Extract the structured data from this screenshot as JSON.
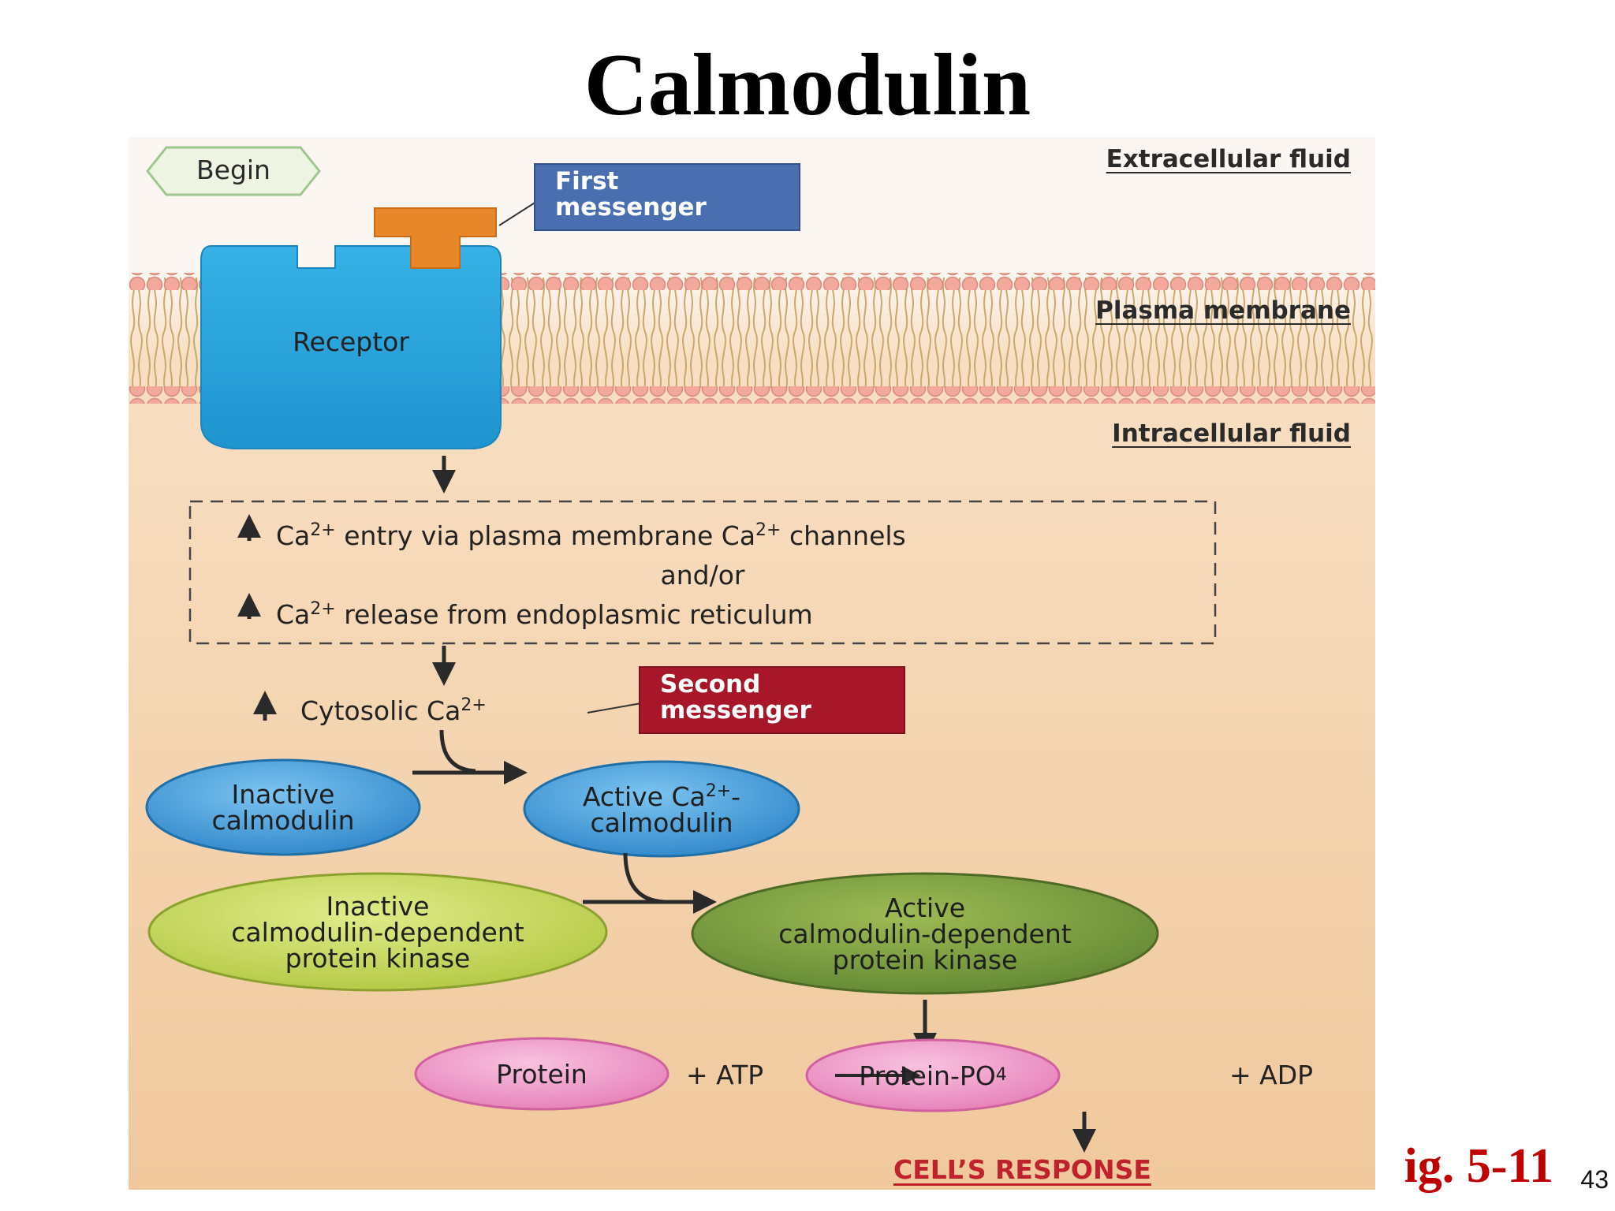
{
  "slide": {
    "title": "Calmodulin",
    "figure_ref": "ig. 5-11",
    "page_number": "43"
  },
  "diagram": {
    "begin": "Begin",
    "regions": {
      "extracellular": "Extracellular fluid",
      "membrane": "Plasma membrane",
      "intracellular": "Intracellular fluid"
    },
    "receptor": "Receptor",
    "first_messenger": [
      "First",
      "messenger"
    ],
    "second_messenger": [
      "Second",
      "messenger"
    ],
    "calcium_box": {
      "entry_pre": "Ca",
      "entry_sup": "2+",
      "entry_mid": " entry via plasma membrane Ca",
      "entry_sup2": "2+",
      "entry_post": " channels",
      "andor": "and/or",
      "release_pre": "Ca",
      "release_sup": "2+",
      "release_post": " release from endoplasmic reticulum"
    },
    "cytosolic": {
      "text": "Cytosolic Ca",
      "sup": "2+"
    },
    "inactive_calmodulin": [
      "Inactive",
      "calmodulin"
    ],
    "active_calmodulin": {
      "line1_pre": "Active Ca",
      "line1_sup": "2+",
      "line1_post": "-",
      "line2": "calmodulin"
    },
    "inactive_kinase": [
      "Inactive",
      "calmodulin-dependent",
      "protein kinase"
    ],
    "active_kinase": [
      "Active",
      "calmodulin-dependent",
      "protein kinase"
    ],
    "protein": "Protein",
    "atp": "+ ATP",
    "protein_po4": {
      "text": "Protein-PO",
      "sub": "4"
    },
    "adp": "+ ADP",
    "response": "CELL’S RESPONSE"
  },
  "colors": {
    "receptor": "#2aa7dc",
    "first_messenger_box": "#4a6fb0",
    "ligand": "#e8862a",
    "second_messenger_box": "#a8162a",
    "calmodulin": "#3f98d8",
    "inactive_kinase": "#c6d75a",
    "active_kinase": "#7c9e3c",
    "protein": "#ee93c4",
    "response": "#c0222d",
    "figure_ref": "#c00000"
  }
}
